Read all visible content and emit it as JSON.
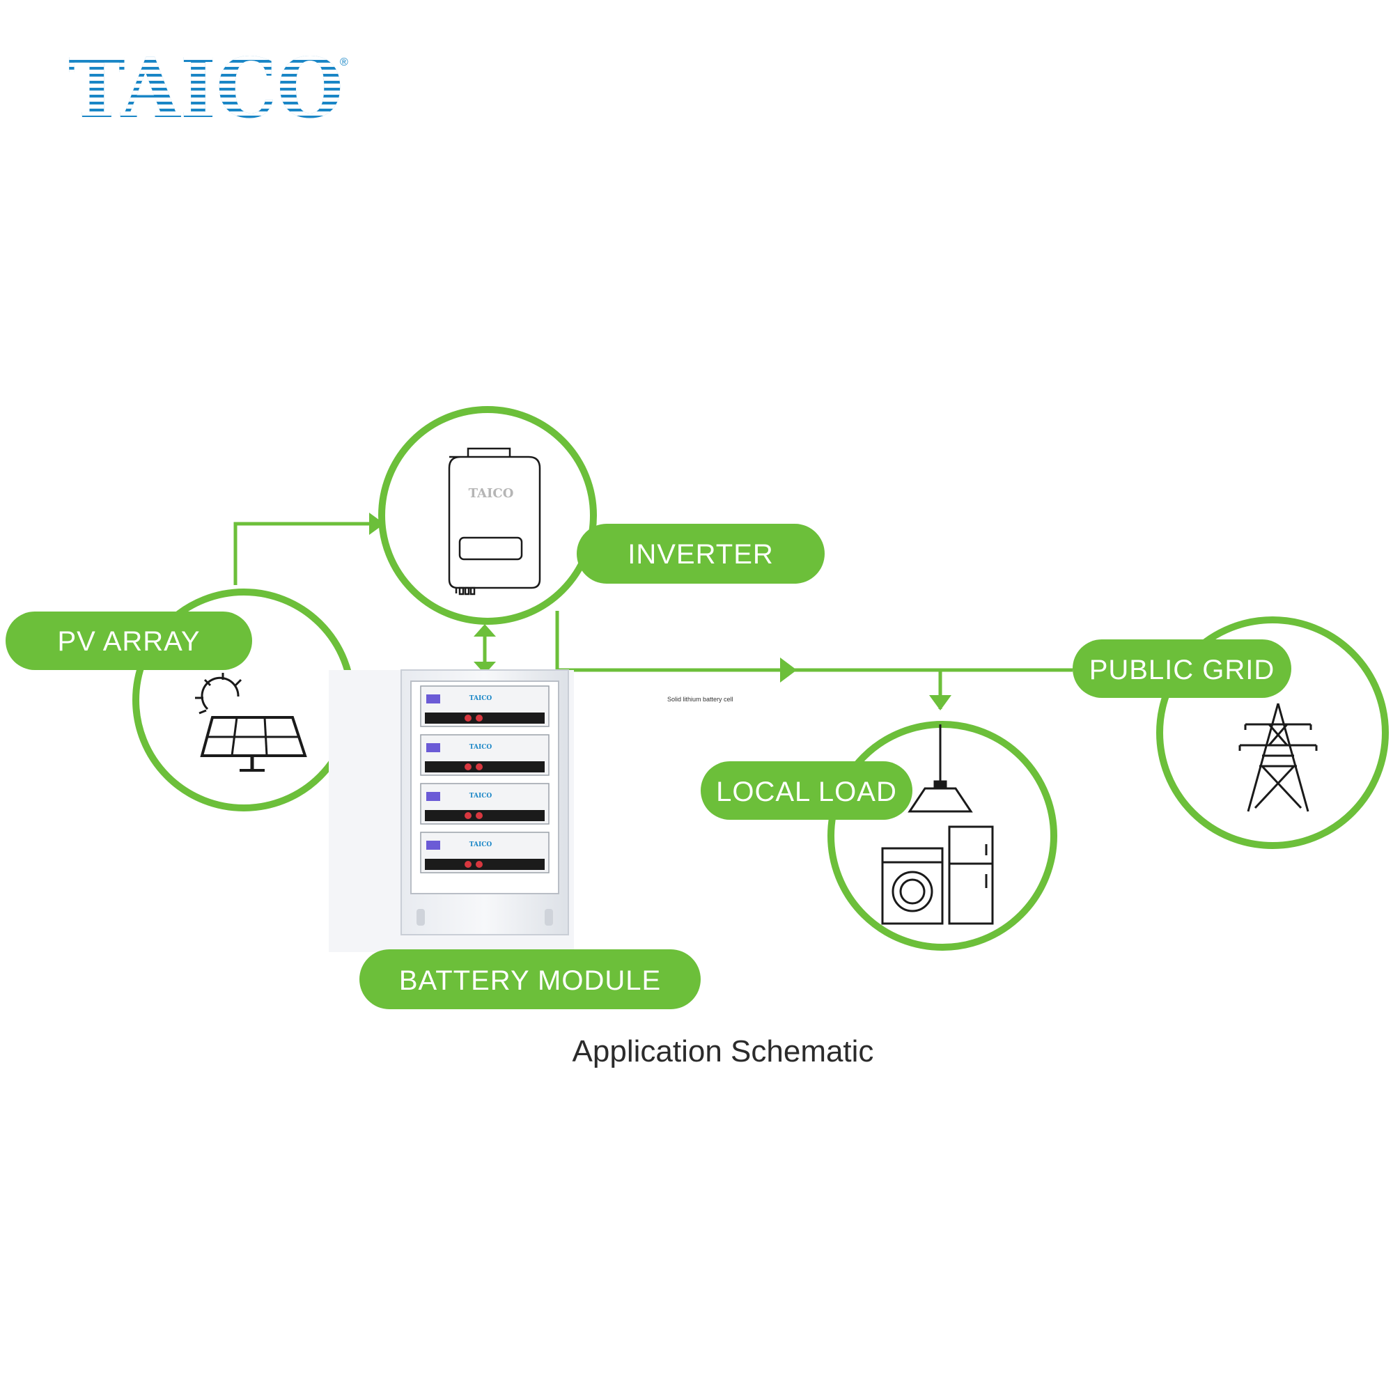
{
  "brand": {
    "logo_text": "TAICO",
    "registered_mark": "®",
    "logo_color_blue": "#1a86c6",
    "logo_color_green": "#3ea23c"
  },
  "colors": {
    "accent_green": "#6cbf3a",
    "line_black": "#1a1a1a"
  },
  "nodes": {
    "pv_array": {
      "label": "PV ARRAY",
      "icon": "solar-panel-icon"
    },
    "inverter": {
      "label": "INVERTER",
      "icon": "inverter-icon",
      "device_brand": "TAICO"
    },
    "battery_module": {
      "label": "BATTERY MODULE",
      "icon": "battery-rack-icon",
      "module_brand": "TAICO"
    },
    "local_load": {
      "label": "LOCAL LOAD",
      "icon": "appliances-icon"
    },
    "public_grid": {
      "label": "PUBLIC GRID",
      "icon": "transmission-tower-icon"
    }
  },
  "note": "Solid lithium battery cell",
  "caption": "Application Schematic"
}
